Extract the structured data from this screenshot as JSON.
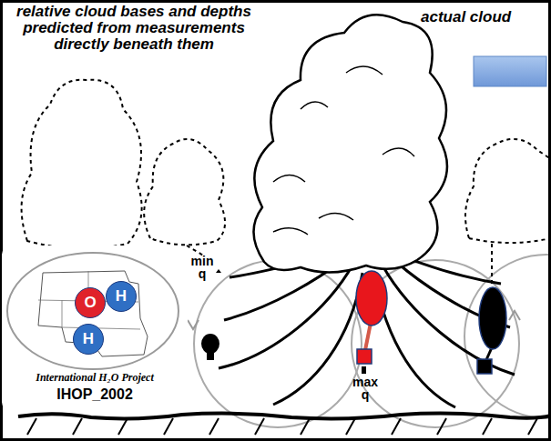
{
  "diagram": {
    "nodes": [
      {
        "text": [
          "International H₂O Project",
          "IHOP_2002"
        ]
      },
      {
        "text": [
          "O"
        ],
        "in": 0
      },
      {
        "text": [
          "H"
        ],
        "in": 0
      },
      {
        "text": [
          "H"
        ],
        "in": 0
      }
    ],
    "labels": [
      "relative cloud bases and depths predicted from measurements directly beneath them",
      "actual cloud",
      "min q",
      "max q"
    ]
  }
}
